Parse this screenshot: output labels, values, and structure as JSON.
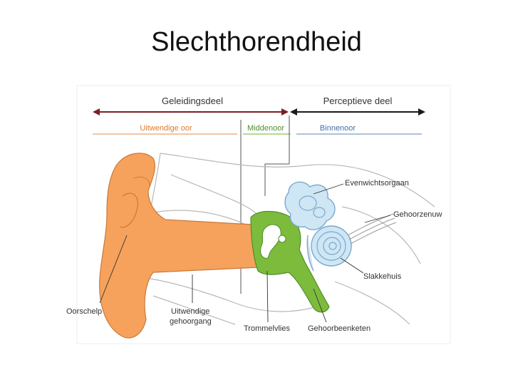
{
  "title": "Slechthorendheid",
  "headers": {
    "conduction": "Geleidingsdeel",
    "perception": "Perceptieve deel"
  },
  "regions": {
    "outer": "Uitwendige oor",
    "middle": "Middenoor",
    "inner": "Binnenoor"
  },
  "labels": {
    "vestibular": "Evenwichtsorgaan",
    "nerve": "Gehoorzenuw",
    "cochlea": "Slakkehuis",
    "ossicles": "Gehoorbeenketen",
    "eardrum": "Trommelvlies",
    "canal_line1": "Uitwendige",
    "canal_line2": "gehoorgang",
    "pinna": "Oorschelp"
  },
  "colors": {
    "outer_ear": "#f6a25c",
    "middle_ear": "#7cbb3c",
    "inner_ear": "#cfe6f5",
    "arrow": "#7b1f25",
    "outer_text": "#e07a2e",
    "middle_text": "#4f8f2a",
    "inner_text": "#3d6fa8"
  }
}
